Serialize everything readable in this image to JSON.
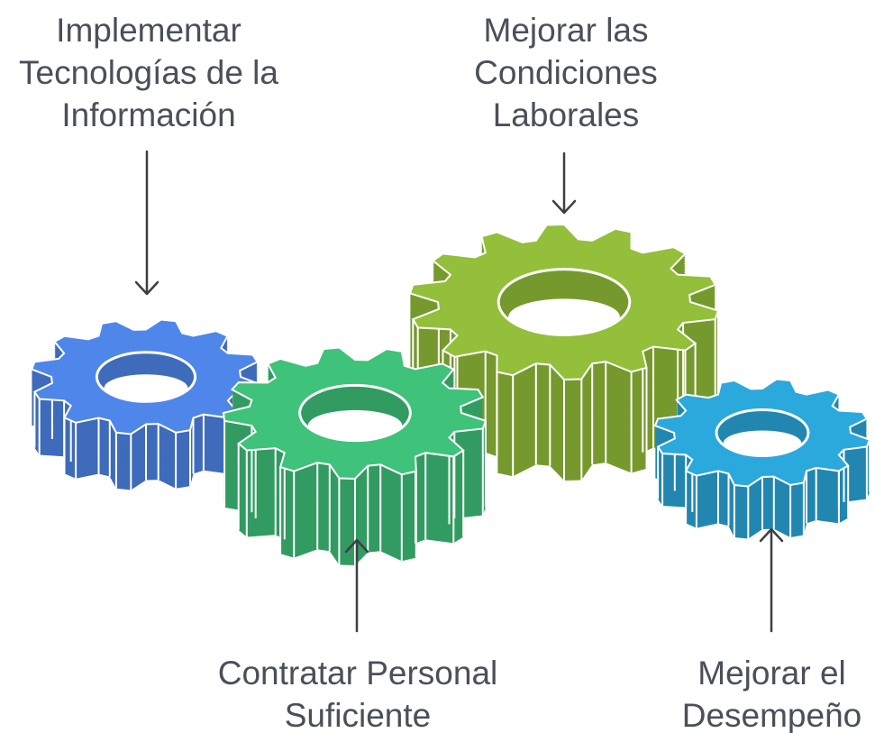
{
  "labels": {
    "implementar": {
      "lines": [
        "Implementar",
        "Tecnologías de la",
        "Información"
      ]
    },
    "mejorar_condiciones": {
      "lines": [
        "Mejorar las",
        "Condiciones",
        "Laborales"
      ]
    },
    "contratar": {
      "lines": [
        "Contratar Personal",
        "Suficiente"
      ]
    },
    "desempeno": {
      "lines": [
        "Mejorar el",
        "Desempeño"
      ]
    }
  },
  "colors": {
    "blue": "#4f86ea",
    "green": "#3fc27a",
    "lime": "#93bf3a",
    "cyan": "#2ba9dc",
    "text": "#4a5058",
    "arrow": "#3d3f44"
  },
  "icons": [
    "gear-icon",
    "arrow-down-icon",
    "arrow-up-icon"
  ]
}
